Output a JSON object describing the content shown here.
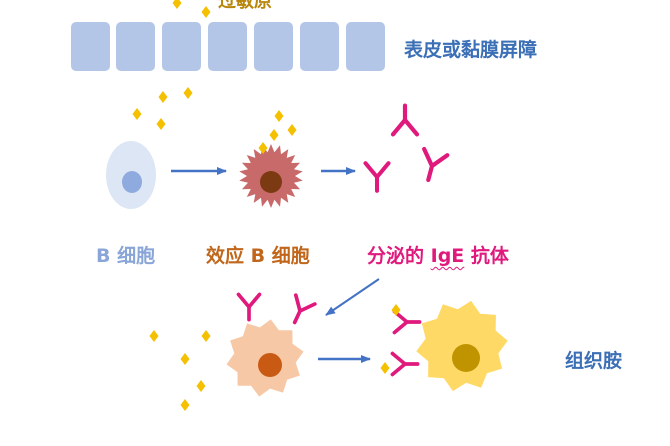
{
  "labels": {
    "allergen": "过敏原",
    "barrier": "表皮或黏膜屏障",
    "b_cell": "B 细胞",
    "plasma_cell": "效应 B 细胞",
    "ige_prefix": "分泌的 ",
    "ige_name": "IgE",
    "ige_suffix": " 抗体",
    "mast_cell": "组织胺"
  },
  "colors": {
    "barrier_cell": "#b4c6e7",
    "b_cell_body": "#dce6f4",
    "b_cell_nucleus": "#8eaade",
    "plasma_cell_body": "#c96a6a",
    "plasma_cell_nucleus": "#7b3a12",
    "mast_cell_body": "#f7c8a5",
    "mast_cell_nucleus": "#c95a14",
    "histamine_cell_body": "#ffd966",
    "histamine_cell_nucleus": "#c09400",
    "antibody": "#e0197d",
    "allergen": "#f5c000",
    "arrow": "#4472c4"
  }
}
